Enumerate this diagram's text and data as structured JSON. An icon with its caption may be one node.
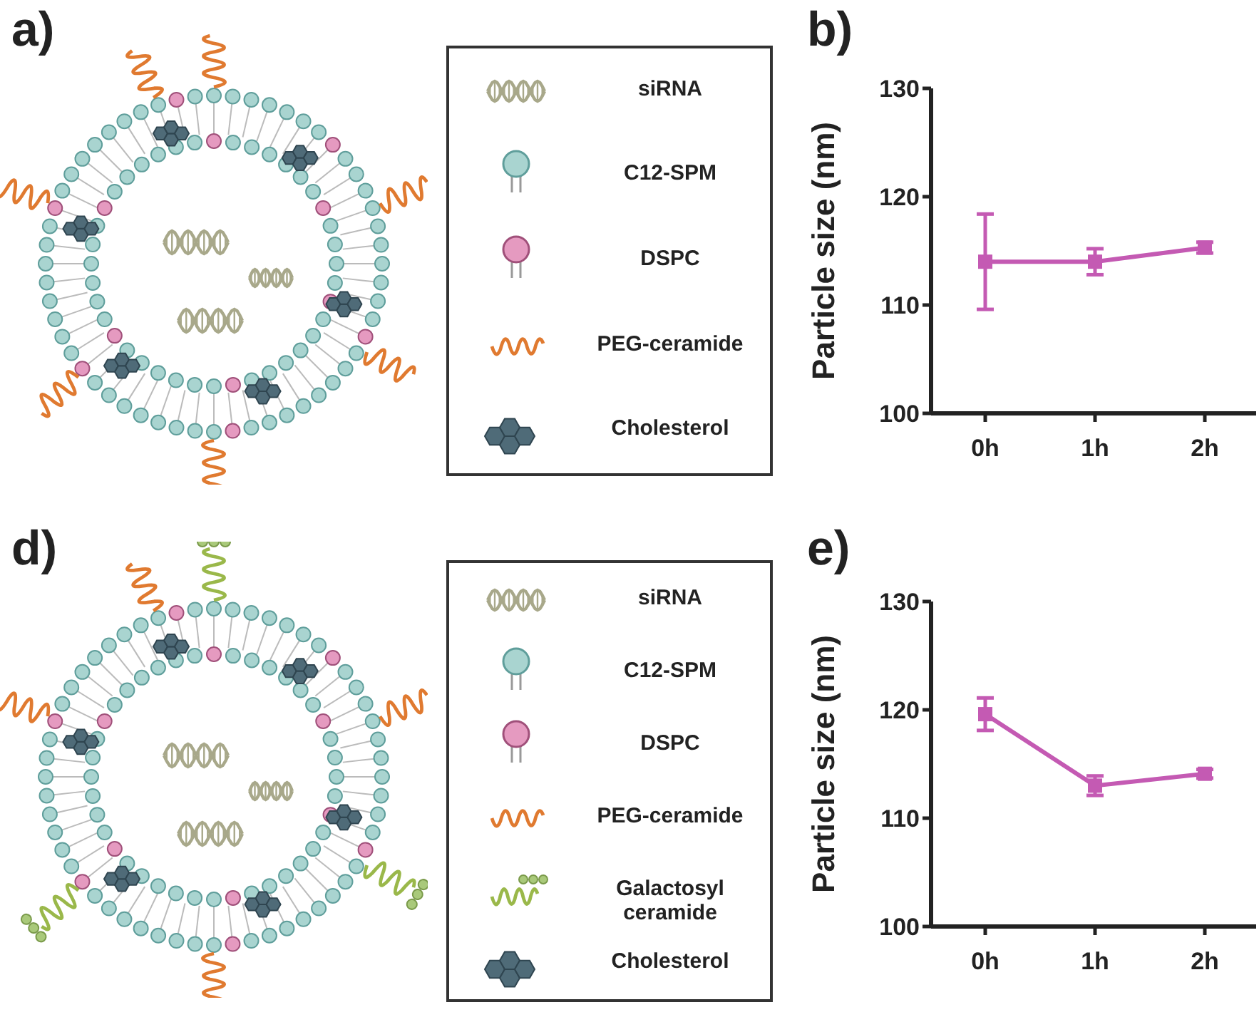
{
  "diagram": {
    "labels": [
      "a)",
      "b)",
      "d)",
      "e)"
    ],
    "legend": [
      {
        "text": "siRNA"
      },
      {
        "text": "C12-SPM"
      },
      {
        "text": "DSPC"
      },
      {
        "text": "PEG-ceramide"
      },
      {
        "text": "Cholesterol"
      },
      {
        "text": "siRNA"
      },
      {
        "text": "C12-SPM"
      },
      {
        "text": "DSPC"
      },
      {
        "text": "PEG-ceramide"
      },
      {
        "text": "Galactosyl ceramide"
      },
      {
        "text": "Cholesterol"
      }
    ],
    "chart_data": [
      {
        "type": "line",
        "ylabel": "Particle size (nm)",
        "categories": [
          "0h",
          "1h",
          "2h"
        ],
        "series": [
          {
            "color": "#c45ab3",
            "values": [
              114.0,
              114.0,
              115.3
            ],
            "marker": "square",
            "errors": [
              4.4,
              1.2,
              0.5
            ]
          }
        ],
        "ylim": [
          100,
          130
        ],
        "yticks": [
          100,
          110,
          120,
          130
        ]
      },
      {
        "type": "line",
        "ylabel": "Particle size (nm)",
        "categories": [
          "0h",
          "1h",
          "2h"
        ],
        "series": [
          {
            "color": "#c45ab3",
            "values": [
              119.6,
              113.0,
              114.1
            ],
            "marker": "square",
            "errors": [
              1.5,
              0.9,
              0.4
            ]
          }
        ],
        "ylim": [
          100,
          130
        ],
        "yticks": [
          100,
          110,
          120,
          130
        ]
      }
    ]
  }
}
